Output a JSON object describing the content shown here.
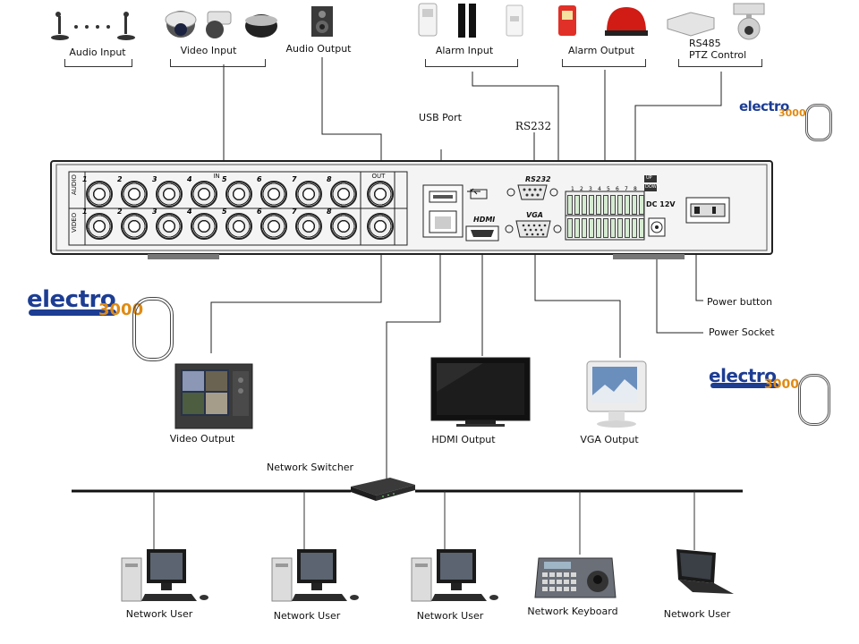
{
  "top_labels": {
    "audio_input": "Audio Input",
    "video_input": "Video Input",
    "audio_output": "Audio Output",
    "alarm_input": "Alarm Input",
    "alarm_output": "Alarm Output",
    "rs485_line1": "RS485",
    "rs485_line2": "PTZ Control",
    "usb_port": "USB Port",
    "rs232": "RS232"
  },
  "panel": {
    "audio_tag": "AUDIO",
    "video_tag": "VIDEO",
    "in_tag": "IN",
    "out_tag": "OUT",
    "channels": [
      "1",
      "2",
      "3",
      "4",
      "5",
      "6",
      "7",
      "8",
      "1",
      "2",
      "3",
      "4",
      "5",
      "6",
      "7",
      "8"
    ],
    "rs232_tag": "RS232",
    "vga_tag": "VGA",
    "hdmi_tag": "HDMI",
    "dc_tag": "DC 12V",
    "up_tag": "UP",
    "down_tag": "DOWN",
    "terminal_numbers": [
      "1",
      "2",
      "3",
      "4",
      "5",
      "6",
      "7",
      "8"
    ]
  },
  "side_labels": {
    "power_button": "Power button",
    "power_socket": "Power Socket"
  },
  "outputs": {
    "video_output": "Video Output",
    "hdmi_output": "HDMI Output",
    "vga_output": "VGA Output"
  },
  "network": {
    "switcher": "Network Switcher",
    "user1": "Network User",
    "user2": "Network User",
    "user3": "Network User",
    "keyboard": "Network Keyboard",
    "user4": "Network User"
  },
  "logos": {
    "word": "electro",
    "number": "3000"
  },
  "colors": {
    "logo_blue": "#1d3d93",
    "logo_orange": "#e08a12",
    "panel_face": "#f4f4f4",
    "terminal_green": "#d6ecd2"
  }
}
